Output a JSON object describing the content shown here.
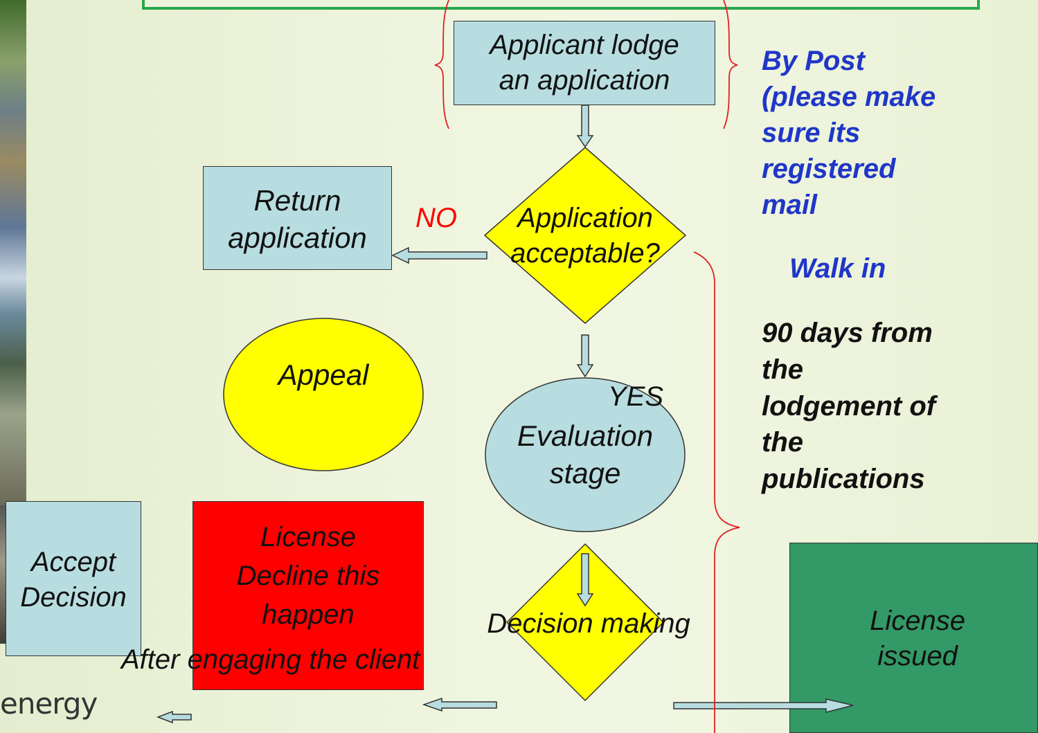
{
  "nodes": {
    "lodge": "Applicant lodge\nan application",
    "acceptable": "Application\nacceptable?",
    "return": "Return\napplication",
    "appeal": "Appeal",
    "evaluation": "Evaluation\nstage",
    "decision": "Decision making",
    "accept": "Accept\nDecision",
    "decline": "License\nDecline this\nhappen",
    "issued": "License\nissued"
  },
  "edge_labels": {
    "no": "NO",
    "yes": "YES",
    "client": "After engaging the client"
  },
  "notes": {
    "post": "By Post\n(please make\nsure its\nregistered\nmail",
    "walk_in": "Walk in",
    "days": "90 days from\nthe\nlodgement of\nthe\npublications"
  },
  "footer": {
    "logo_text": "energy"
  },
  "colors": {
    "light_blue": "#b8dde0",
    "yellow": "#ffff00",
    "red": "#ff0000",
    "green": "#339966",
    "brace_red": "#e02020",
    "note_blue": "#1f36c8",
    "frame_green": "#29a84a"
  }
}
